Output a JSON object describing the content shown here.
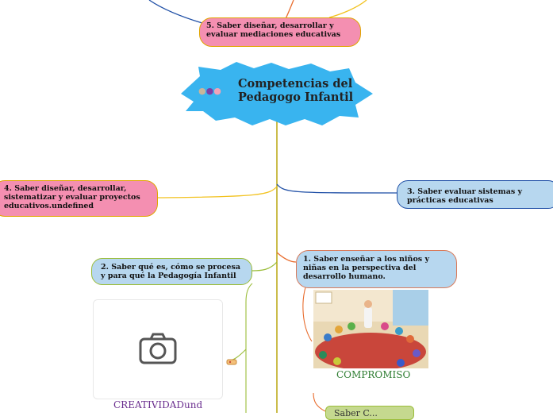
{
  "center": {
    "title": "Competencias del Pedagogo Infantil",
    "icons": [
      "egg-icon",
      "eggplant-icon",
      "brain-icon"
    ]
  },
  "nodes": {
    "n5": "5. Saber diseñar, desarrollar y evaluar mediaciones educativas",
    "n4": "4. Saber diseñar, desarrollar, sistematizar y evaluar proyectos educativos.undefined",
    "n3": "3. Saber evaluar sistemas y prácticas educativas",
    "n2": "2. Saber qué es, cómo se procesa y para qué la Pedagogía Infantil",
    "n1": "1. Saber enseñar a los niños y niñas en la perspectiva del desarrollo humano.",
    "bottom": "Saber C..."
  },
  "captions": {
    "creatividad": "CREATIVIDADund",
    "compromiso": "COMPROMISO"
  },
  "colors": {
    "star": "#39b4ef",
    "pink": "#f48fb1",
    "blue": "#b7d7ef",
    "trunk": "#b5a100"
  }
}
